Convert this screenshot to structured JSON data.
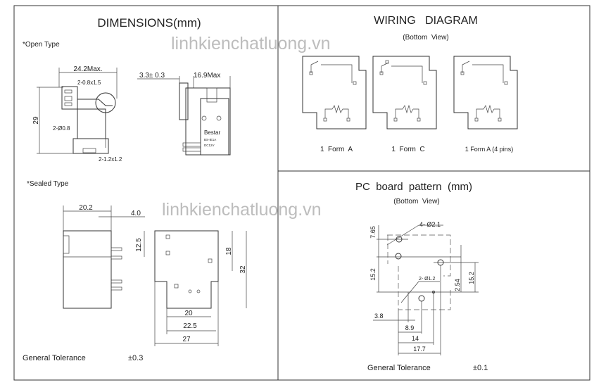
{
  "watermark": "linhkienchatluong.vn",
  "dimensions": {
    "title": "DIMENSIONS(mm)",
    "open_type": {
      "label": "*Open Type",
      "dims": [
        "24.2Max.",
        "2-0.8x1.5",
        "29",
        "2-Ø0.8",
        "2-1.2x1.2",
        "3.3± 0.3",
        "16.9Max"
      ],
      "marking": [
        "Bestar",
        "BS-IE1A",
        "DC12V"
      ]
    },
    "sealed_type": {
      "label": "*Sealed Type",
      "dims": [
        "20.2",
        "4.0",
        "12.5",
        "18",
        "32",
        "20",
        "22.5",
        "27"
      ]
    },
    "tolerance_label": "General Tolerance",
    "tolerance_value": "±0.3"
  },
  "wiring": {
    "title": "WIRING   DIAGRAM",
    "subtitle": "(Bottom  View)",
    "forms": [
      "1  Form  A",
      "1  Form  C",
      "1 Form A (4 pins)"
    ]
  },
  "pcb": {
    "title": "PC  board  pattern  (mm)",
    "subtitle": "(Bottom  View)",
    "dims": [
      "7.65",
      "4- Ø2.1",
      "15.2",
      "2- Ø1.2",
      "2.54",
      "15.2",
      "3.8",
      "8.9",
      "14",
      "17.7"
    ],
    "tolerance_label": "General Tolerance",
    "tolerance_value": "±0.1"
  }
}
